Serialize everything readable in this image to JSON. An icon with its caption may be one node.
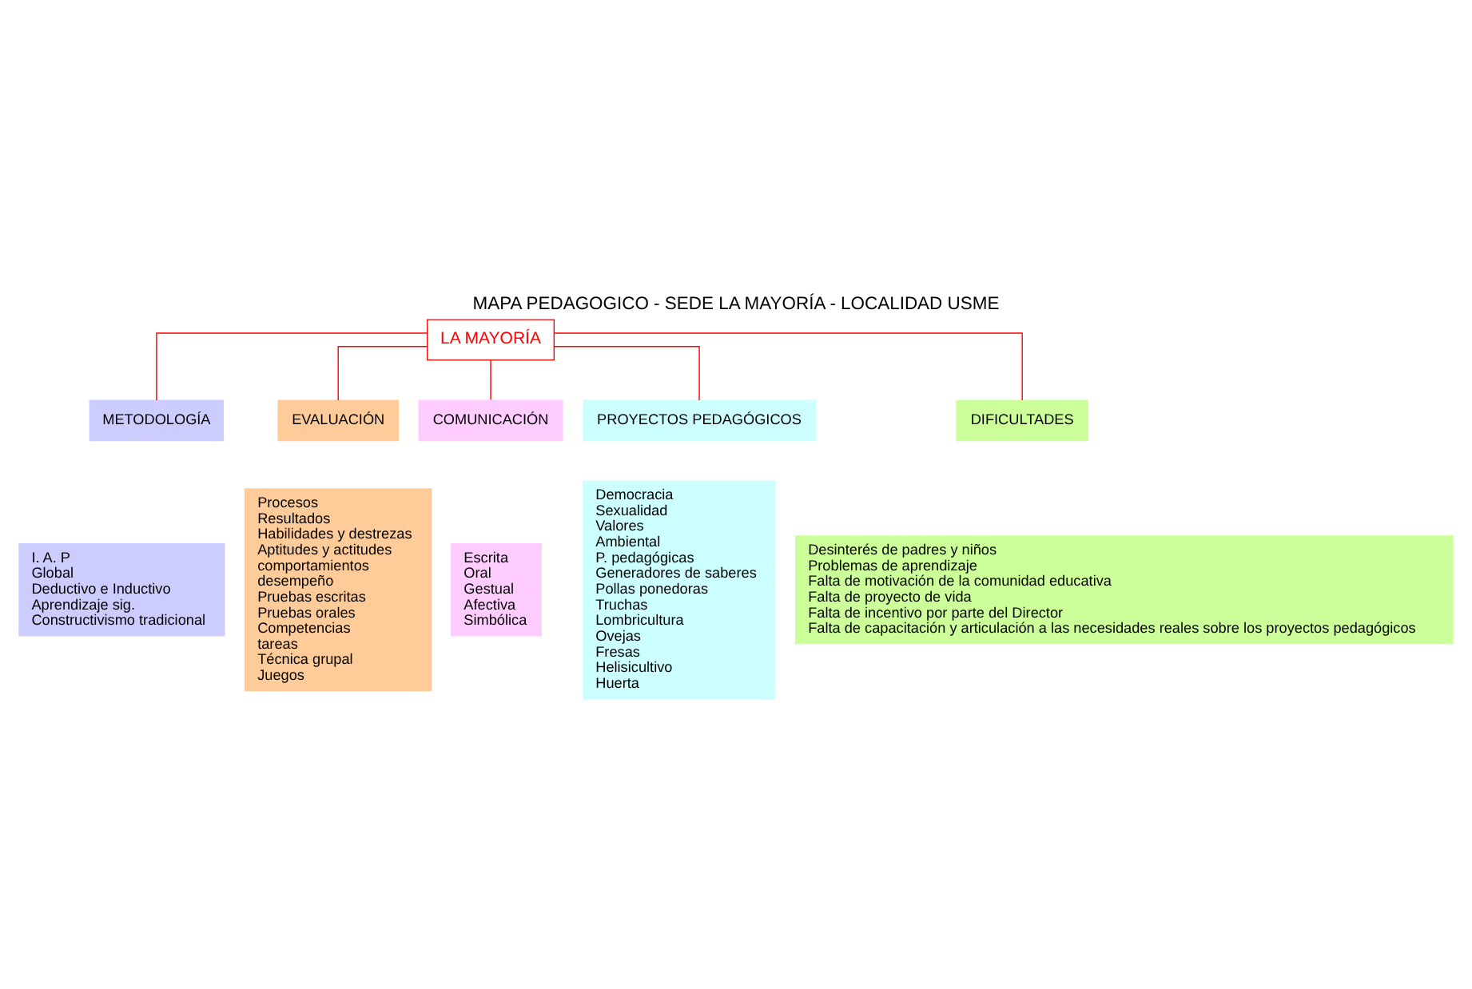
{
  "diagram": {
    "title": "MAPA PEDAGOGICO - SEDE LA MAYORÍA - LOCALIDAD USME",
    "nodes": [
      {
        "text": [
          "LA MAYORÍA"
        ]
      },
      {
        "text": [
          "METODOLOGÍA"
        ]
      },
      {
        "text": [
          "EVALUACIÓN"
        ]
      },
      {
        "text": [
          "COMUNICACIÓN"
        ]
      },
      {
        "text": [
          "PROYECTOS PEDAGÓGICOS"
        ]
      },
      {
        "text": [
          "DIFICULTADES"
        ]
      },
      {
        "text": [
          "I. A. P",
          "Global",
          "Deductivo e Inductivo",
          "Aprendizaje sig.",
          "Constructivismo tradicional"
        ]
      },
      {
        "text": [
          "Procesos",
          "Resultados",
          "Habilidades y destrezas",
          "Aptitudes y actitudes",
          "comportamientos",
          "desempeño",
          "Pruebas escritas",
          "Pruebas orales",
          "Competencias",
          "tareas",
          "Técnica grupal",
          "Juegos"
        ]
      },
      {
        "text": [
          "Escrita",
          "Oral",
          "Gestual",
          "Afectiva",
          "Simbólica"
        ]
      },
      {
        "text": [
          "Democracia",
          "Sexualidad",
          "Valores",
          "Ambiental",
          "P. pedagógicas",
          "Generadores de saberes",
          "Pollas ponedoras",
          "Truchas",
          "Lombricultura",
          "Ovejas",
          "Fresas",
          "Helisicultivo",
          "Huerta"
        ]
      },
      {
        "text": [
          "Desinterés de padres y niños",
          "Problemas de aprendizaje",
          "Falta de motivación de la comunidad educativa",
          "Falta de proyecto de vida",
          "Falta de incentivo por parte del Director",
          "Falta de capacitación y articulación a las necesidades reales sobre los proyectos pedagógicos"
        ]
      }
    ],
    "edges": [
      {
        "from": 0,
        "to": 1,
        "arrow": "none"
      },
      {
        "from": 0,
        "to": 2,
        "arrow": "none"
      },
      {
        "from": 0,
        "to": 3,
        "arrow": "none"
      },
      {
        "from": 0,
        "to": 4,
        "arrow": "none"
      },
      {
        "from": 0,
        "to": 5,
        "arrow": "none"
      }
    ]
  }
}
